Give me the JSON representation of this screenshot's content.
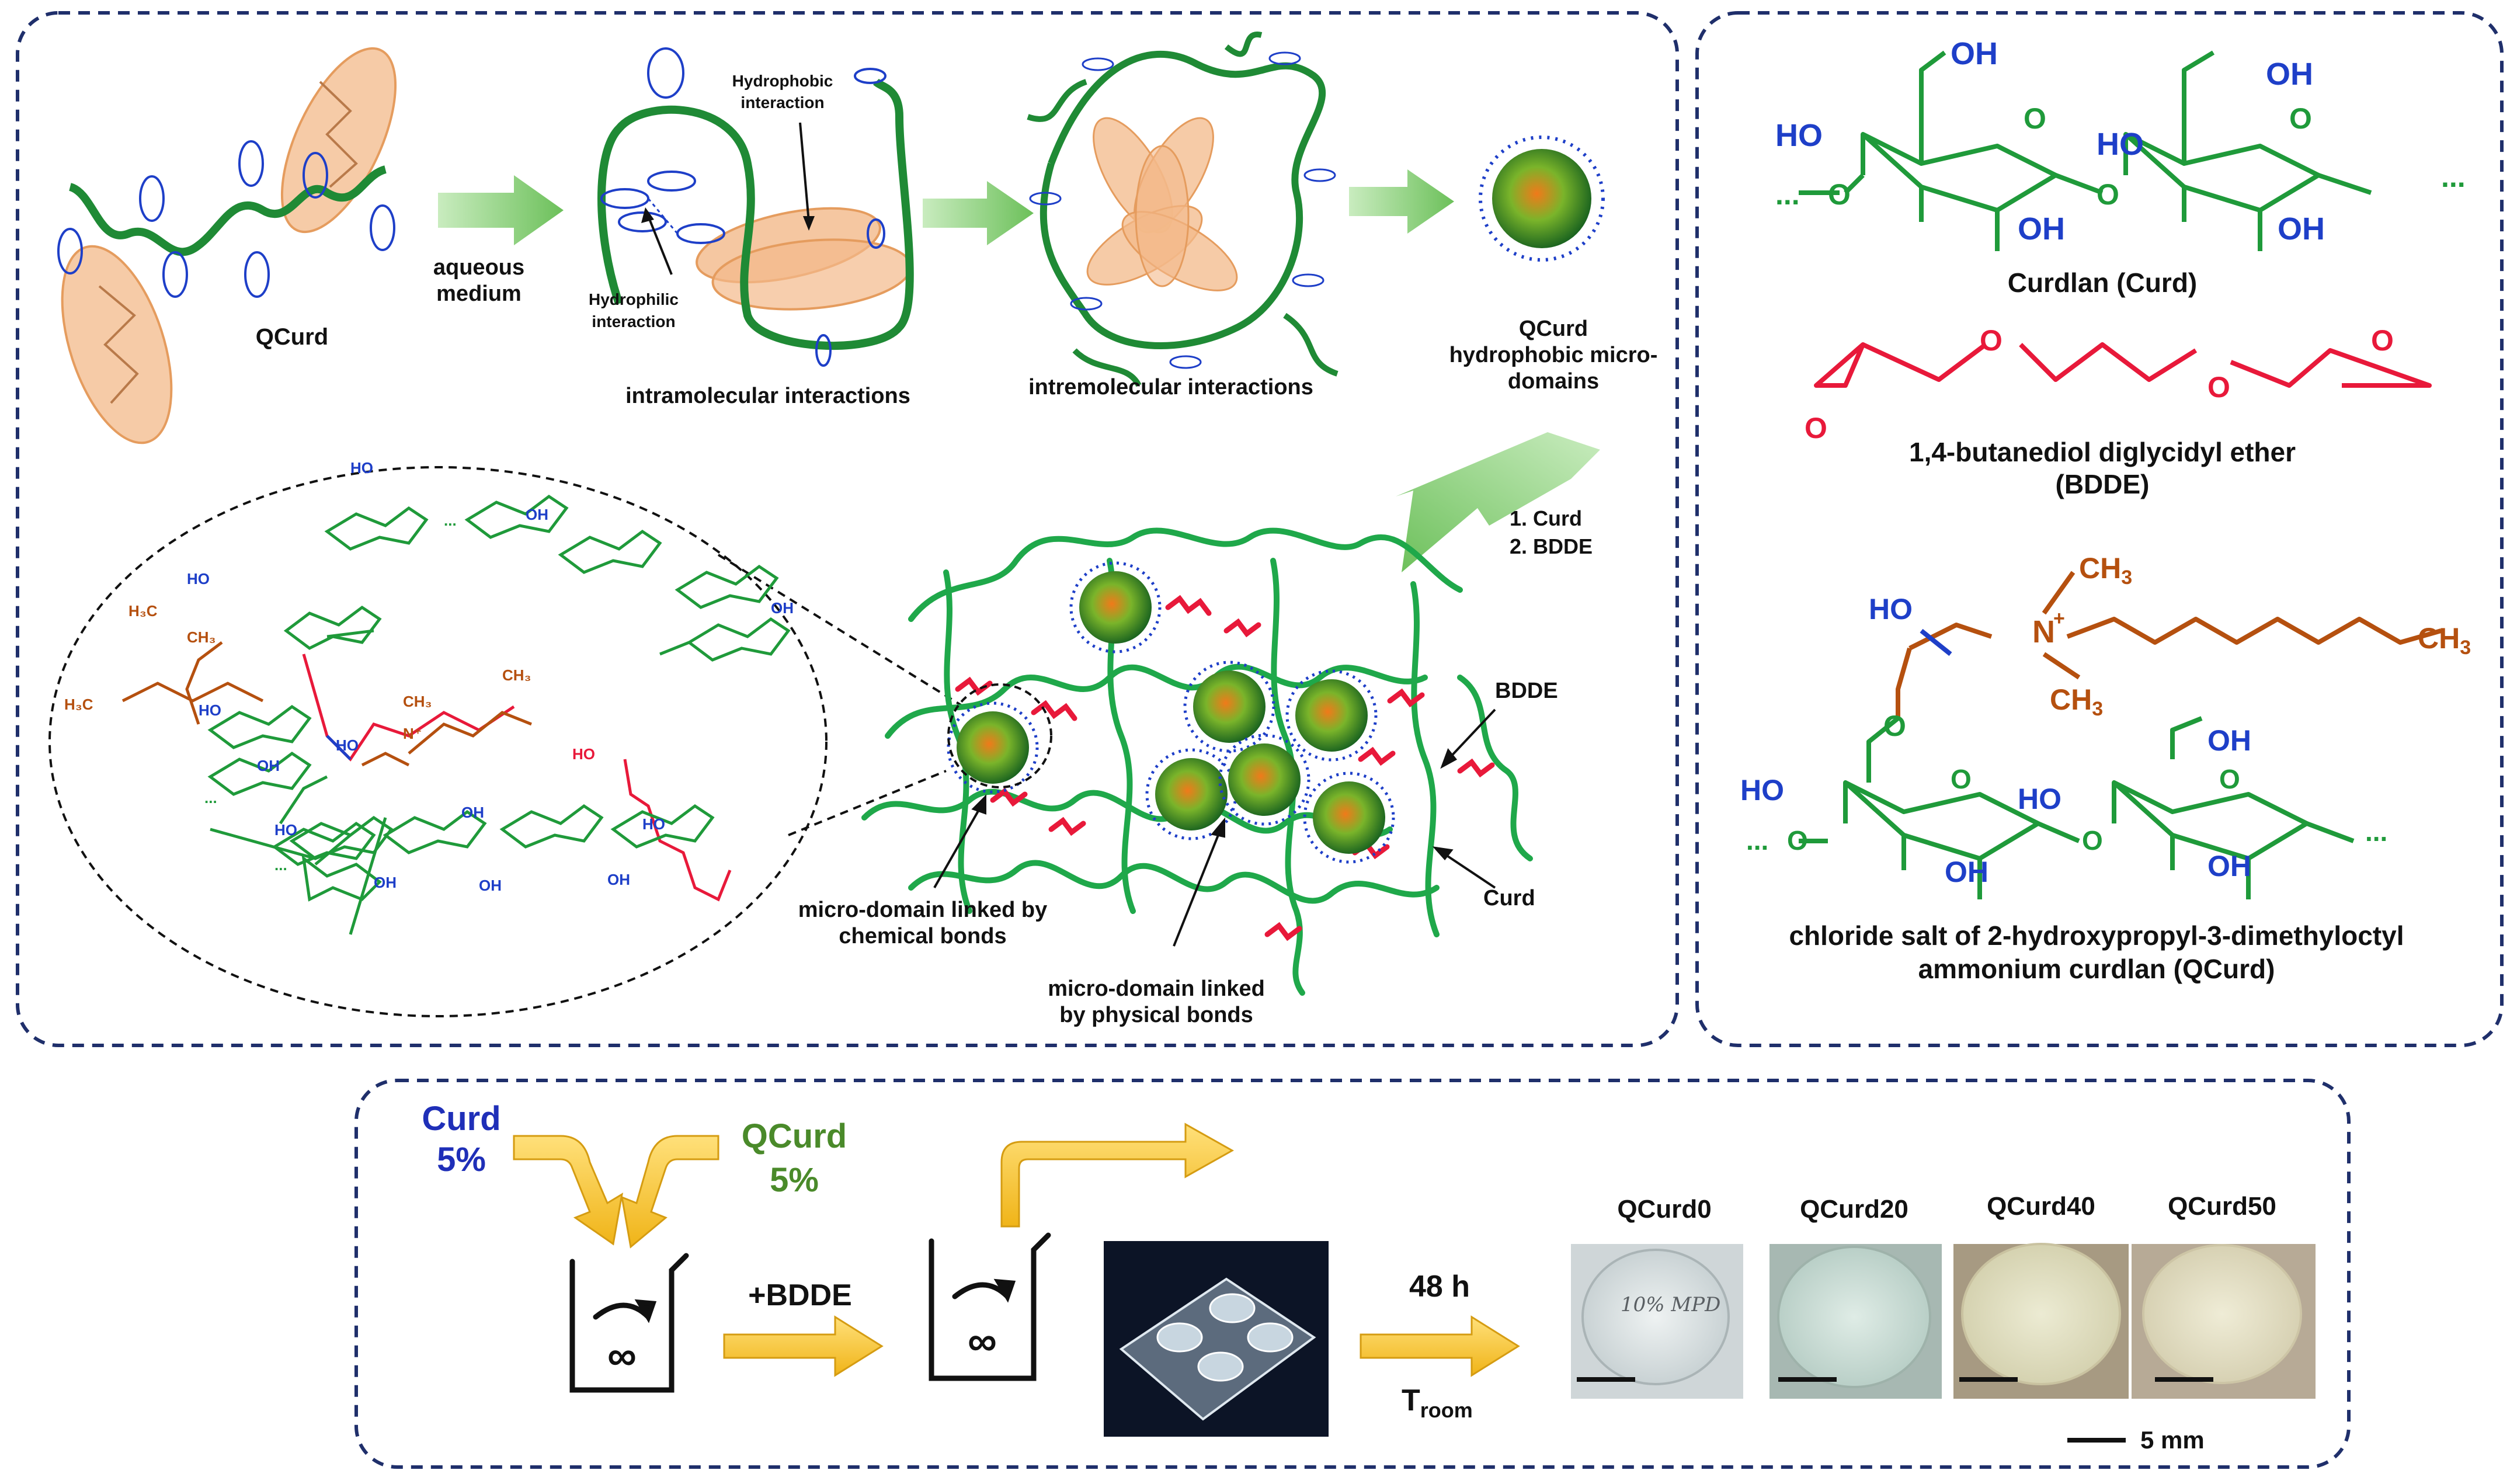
{
  "colors": {
    "panel_border": "#1f2f6b",
    "chain_green": "#1f9a3a",
    "atom_blue": "#1e3fc8",
    "linker_red": "#e8193a",
    "alkyl_brown": "#b5500f",
    "arrow_green": "#8fd07f",
    "arrow_yellow": "#f5c02a",
    "hydrophobic_orange": "#f3b98a"
  },
  "mechanism": {
    "qcurd_label": "QCurd",
    "aqueous_line1": "aqueous",
    "aqueous_line2": "medium",
    "hydrophobic_line1": "Hydrophobic",
    "hydrophobic_line2": "interaction",
    "hydrophilic_line1": "Hydrophilic",
    "hydrophilic_line2": "interaction",
    "intramolecular": "intramolecular interactions",
    "intermolecular": "intremolecular interactions",
    "micro_line1": "QCurd",
    "micro_line2": "hydrophobic micro-",
    "micro_line3": "domains",
    "step1": "1. Curd",
    "step2": "2. BDDE",
    "bdde_label": "BDDE",
    "curd_label": "Curd",
    "chem_line1": "micro-domain linked by",
    "chem_line2": "chemical bonds",
    "phys_line1": "micro-domain linked",
    "phys_line2": "by physical bonds"
  },
  "zoom_atoms": {
    "ho": "HO",
    "oh": "OH",
    "o": "O",
    "h3c": "H₃C",
    "ch3": "CH₃",
    "h3c_chain": "H₃C",
    "n_plus": "N⁺",
    "dots": "..."
  },
  "structures": {
    "curdlan_name": "Curdlan (Curd)",
    "bdde_line1": "1,4-butanediol diglycidyl ether",
    "bdde_line2": "(BDDE)",
    "qcurd_line1": "chloride salt of 2-hydroxypropyl-3-dimethyloctyl",
    "qcurd_line2": "ammonium curdlan (QCurd)",
    "oh": "OH",
    "ho": "HO",
    "o": "O",
    "dots": "...",
    "ch3": "CH",
    "sub3": "3",
    "n": "N",
    "plus": "+"
  },
  "protocol": {
    "curd_line1": "Curd",
    "curd_line2": "5%",
    "qcurd_line1": "QCurd",
    "qcurd_line2": "5%",
    "bdde_step": "+BDDE",
    "time": "48 h",
    "temp_main": "T",
    "temp_sub": "room",
    "infinity": "∞",
    "samples": [
      "QCurd0",
      "QCurd20",
      "QCurd40",
      "QCurd50"
    ],
    "photo_text": "10% MPD",
    "scale": "5 mm"
  }
}
